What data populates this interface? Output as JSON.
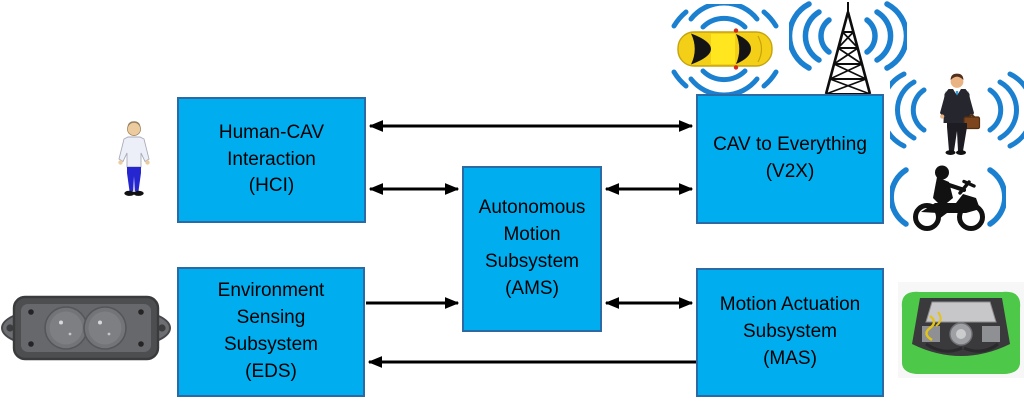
{
  "diagram": {
    "boxes": {
      "hci": {
        "abbr": "HCI",
        "label": "Human-CAV\nInteraction\n(HCI)"
      },
      "v2x": {
        "abbr": "V2X",
        "label": "CAV to Everything\n(V2X)"
      },
      "ams": {
        "abbr": "AMS",
        "label": "Autonomous\nMotion\nSubsystem\n(AMS)"
      },
      "eds": {
        "abbr": "EDS",
        "label": "Environment\nSensing\nSubsystem\n(EDS)"
      },
      "mas": {
        "abbr": "MAS",
        "label": "Motion Actuation\nSubsystem\n(MAS)"
      }
    },
    "connections": [
      {
        "from": "HCI",
        "to": "V2X",
        "bidirectional": true
      },
      {
        "from": "HCI",
        "to": "AMS",
        "bidirectional": true
      },
      {
        "from": "AMS",
        "to": "V2X",
        "bidirectional": true
      },
      {
        "from": "EDS",
        "to": "AMS",
        "bidirectional": false
      },
      {
        "from": "AMS",
        "to": "MAS",
        "bidirectional": true
      },
      {
        "from": "MAS",
        "to": "EDS",
        "bidirectional": false
      }
    ],
    "icons": {
      "person": "standing man clipart",
      "connected_car": "yellow car top view with radio waves",
      "radio_tower": "lattice antenna mast with radio waves",
      "connected_businessman": "businessman with briefcase and radio waves",
      "connected_motorcycle": "motorcycle rider silhouette with radio waves",
      "range_sensor": "grey two-lens range sensor module",
      "engine": "engine bay of green car"
    },
    "colors": {
      "box_fill": "#00AEEF",
      "box_border": "#2B6AA4",
      "arrow": "#000000",
      "signal_blue": "#1B80D0",
      "car_yellow": "#F3CF17",
      "engine_green": "#4EC848",
      "sensor_grey": "#58595B"
    }
  }
}
